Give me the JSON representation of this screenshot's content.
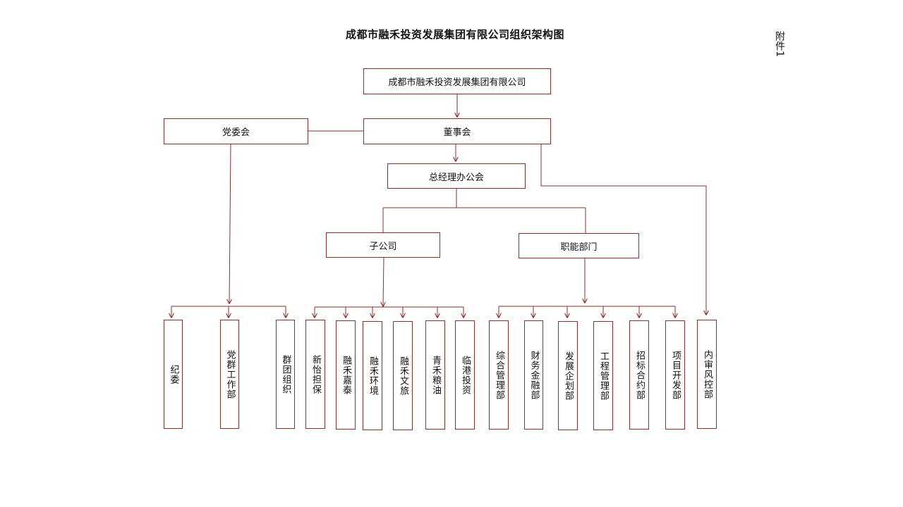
{
  "header": {
    "title": "成都市融禾投资发展集团有限公司组织架构图",
    "attachment": "附件1"
  },
  "nodes": {
    "group": "成都市融禾投资发展集团有限公司",
    "board": "董事会",
    "party_committee": "党委会",
    "gm_office": "总经理办公会",
    "subsidiaries": "子公司",
    "functional": "职能部门"
  },
  "party_units": [
    "纪委",
    "党群工作部",
    "群团组织"
  ],
  "subsidiary_units": [
    "新怡担保",
    "融禾嘉泰",
    "融禾环境",
    "融禾文旅",
    "青禾粮油",
    "临港投资"
  ],
  "functional_units": [
    "综合管理部",
    "财务金融部",
    "发展企划部",
    "工程管理部",
    "招标合约部",
    "项目开发部"
  ],
  "audit_unit": "内审风控部",
  "colors": {
    "line": "#8b2f2a",
    "border": "#8b2f2a"
  }
}
